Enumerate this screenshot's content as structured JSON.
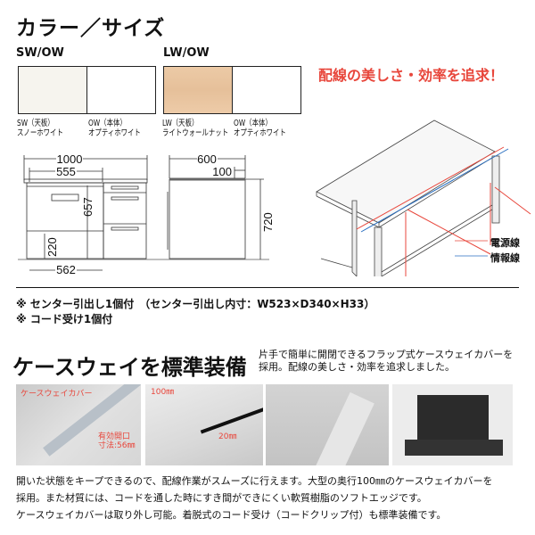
{
  "title": "カラー／サイズ",
  "colors": [
    {
      "label": "SW/OW",
      "swatches": [
        {
          "code": "SW（天板）",
          "name": "スノーホワイト",
          "hex": "#f6f4ee"
        },
        {
          "code": "OW（本体）",
          "name": "オプティホワイト",
          "hex": "#ffffff"
        }
      ]
    },
    {
      "label": "LW/OW",
      "swatches": [
        {
          "code": "LW（天板）",
          "name": "ライトウォールナット",
          "hex": "#ecc8a4"
        },
        {
          "code": "OW（本体）",
          "name": "オプティホワイト",
          "hex": "#ffffff"
        }
      ]
    }
  ],
  "dimensions": {
    "front": {
      "width": "1000",
      "drawer_width": "555",
      "inner_height": "657",
      "lower_height": "220",
      "knee_width": "562"
    },
    "side": {
      "depth": "600",
      "caseway": "100",
      "height": "720"
    }
  },
  "wiring": {
    "headline": "配線の美しさ・効率を追求！",
    "legend": [
      {
        "label": "電源線",
        "color": "#e8473c"
      },
      {
        "label": "情報線",
        "color": "#2a6fc0"
      }
    ]
  },
  "notes": [
    "※ センター引出し1個付　（センター引出し内寸：W523×D340×H33）",
    "※ コード受け1個付"
  ],
  "caseway": {
    "heading": "ケースウェイを標準装備",
    "side_text": "片手で簡単に開閉できるフラップ式ケースウェイカバーを採用。配線の美しさ・効率を追求しました。",
    "photo1": {
      "label": "ケースウェイカバー",
      "opening": "有効開口",
      "opening_size": "寸法:56㎜"
    },
    "photo2": {
      "depth": "100㎜",
      "gap": "20㎜"
    },
    "paragraph": [
      "開いた状態をキープできるので、配線作業がスムーズに行えます。大型の奥行100㎜のケースウェイカバーを",
      "採用。また材質には、コードを通した時にすき間ができにくい軟質樹脂のソフトエッジです。",
      "ケースウェイカバーは取り外し可能。着脱式のコード受け（コードクリップ付）も標準装備です。"
    ]
  }
}
